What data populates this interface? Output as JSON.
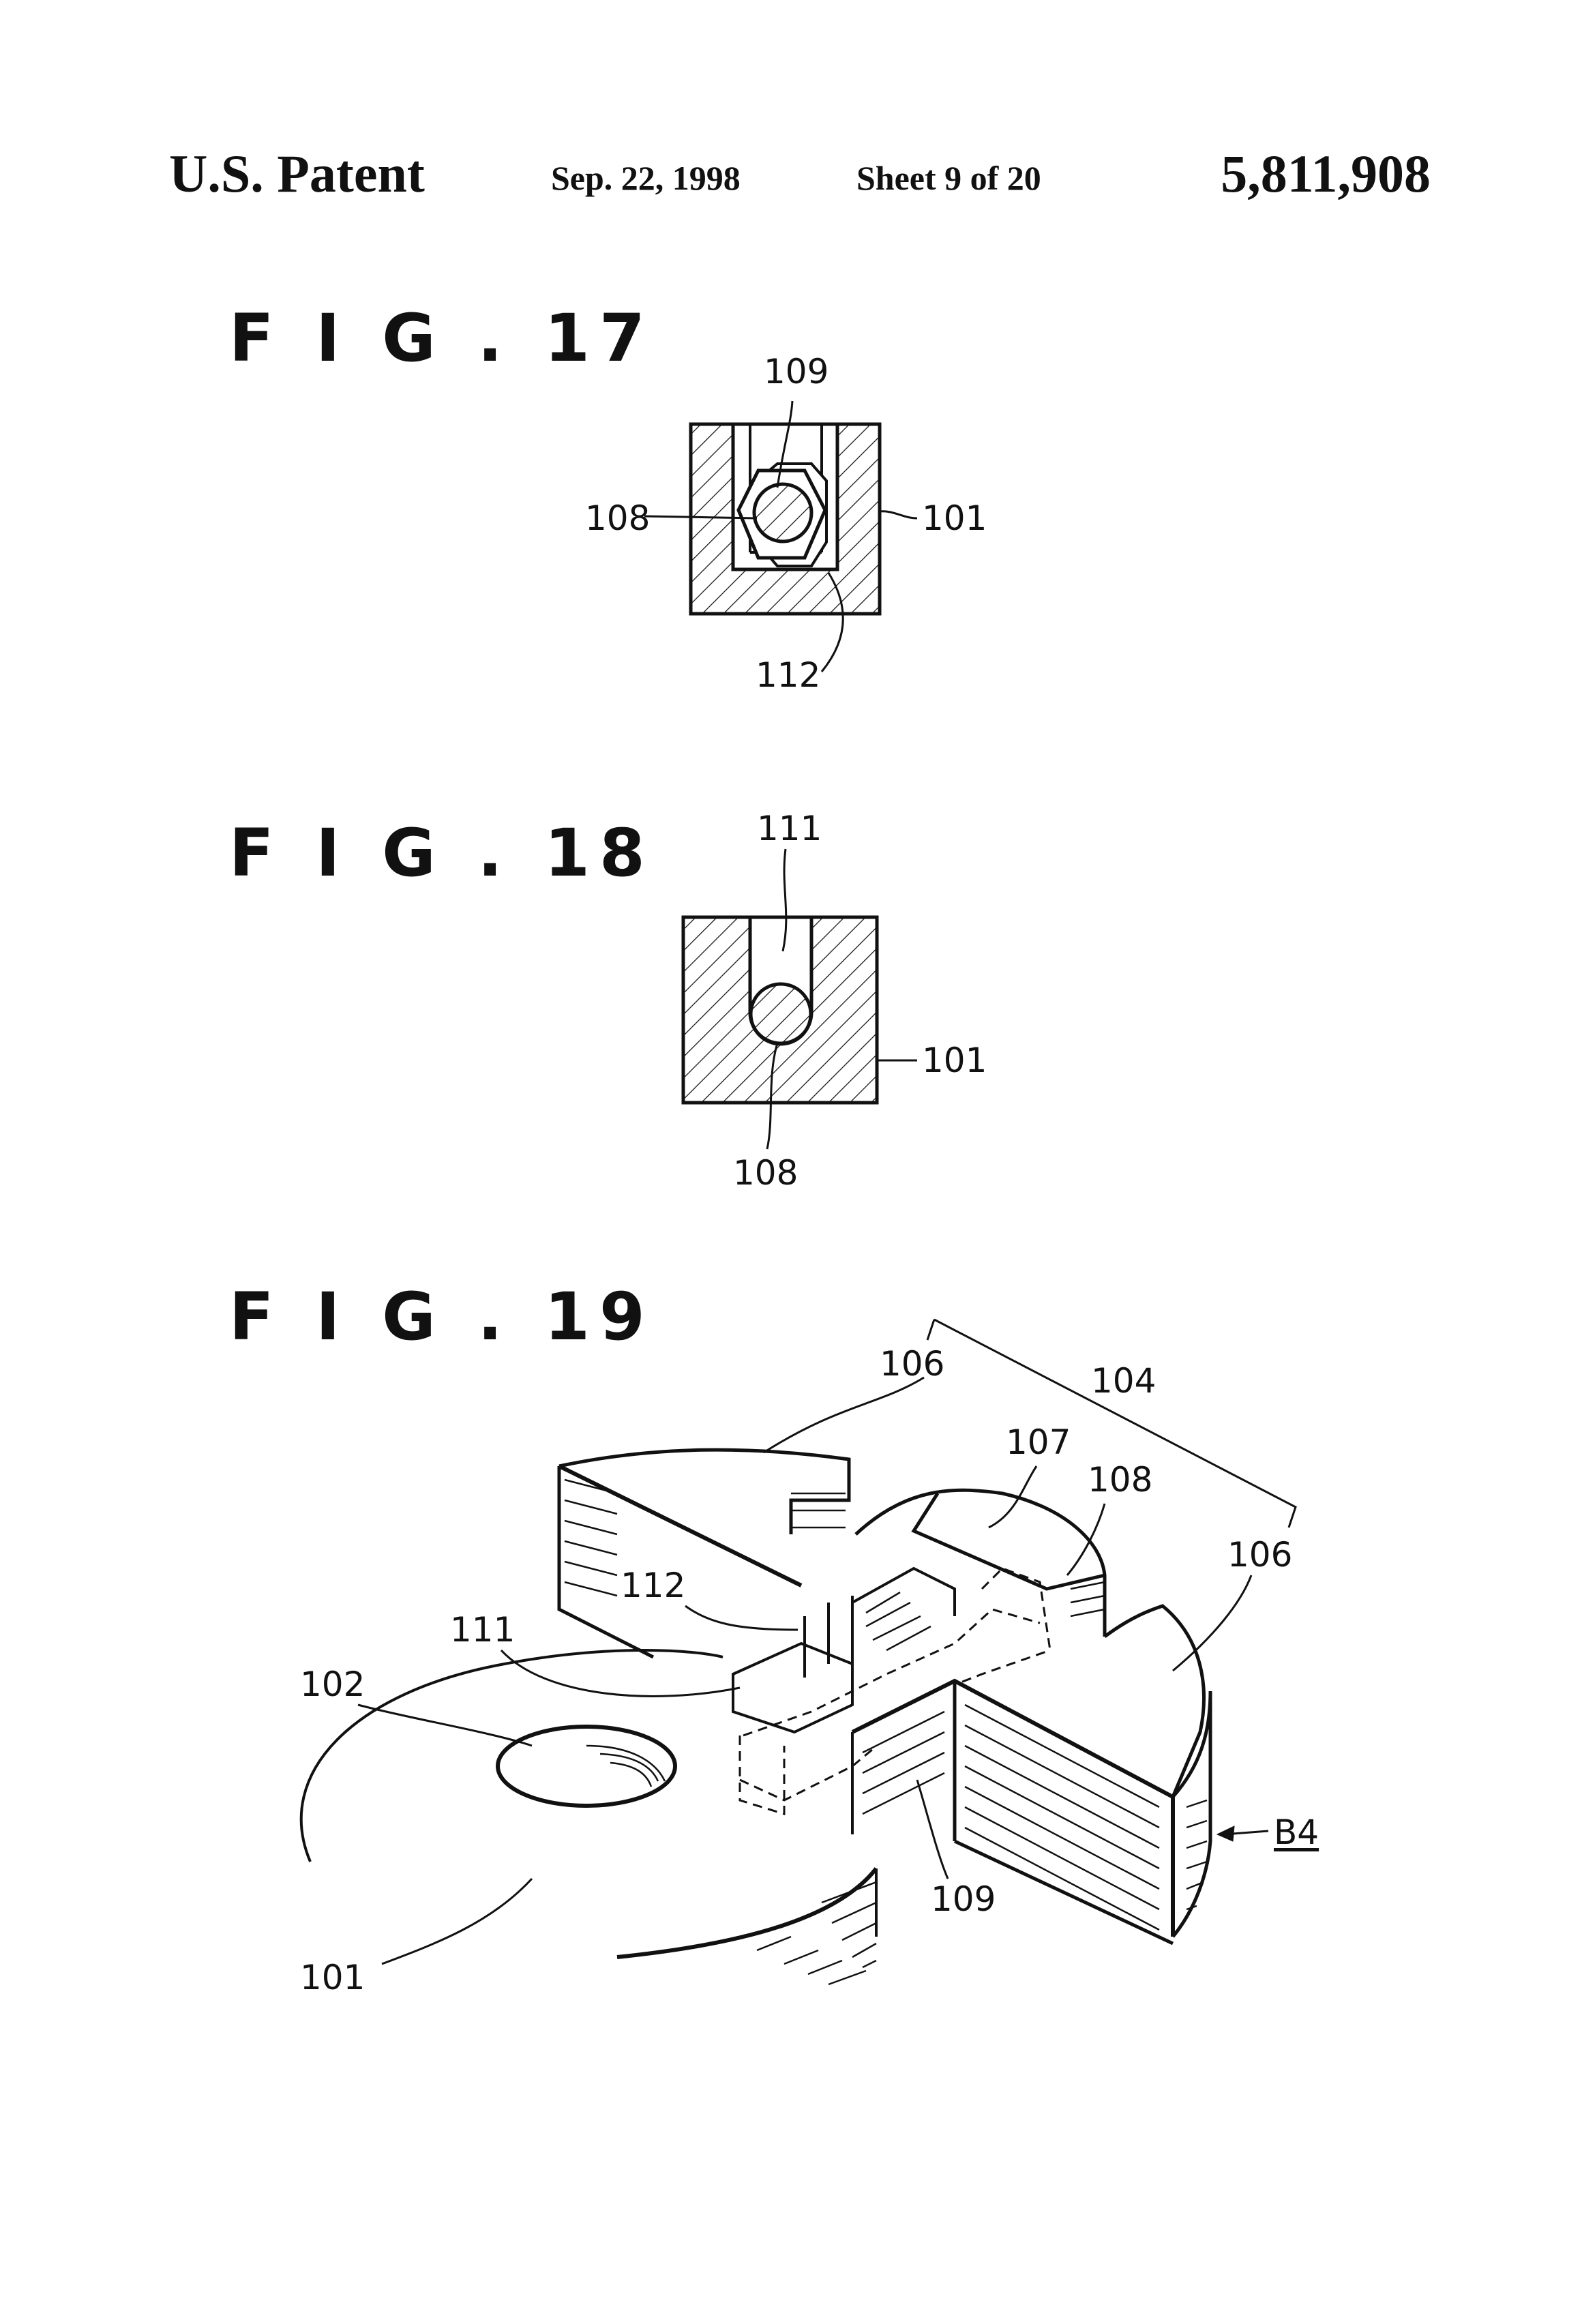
{
  "header": {
    "left": "U.S. Patent",
    "date": "Sep. 22, 1998",
    "sheet": "Sheet 9 of 20",
    "number": "5,811,908"
  },
  "figures": [
    {
      "label": "F I G . 17",
      "refs": [
        "109",
        "108",
        "101",
        "112"
      ]
    },
    {
      "label": "F I G . 18",
      "refs": [
        "111",
        "101",
        "108"
      ]
    },
    {
      "label": "F I G . 19",
      "refs": [
        "106",
        "104",
        "107",
        "108",
        "106",
        "112",
        "111",
        "102",
        "B4",
        "109",
        "101"
      ]
    }
  ],
  "colors": {
    "ink": "#111111",
    "paper": "#ffffff"
  }
}
